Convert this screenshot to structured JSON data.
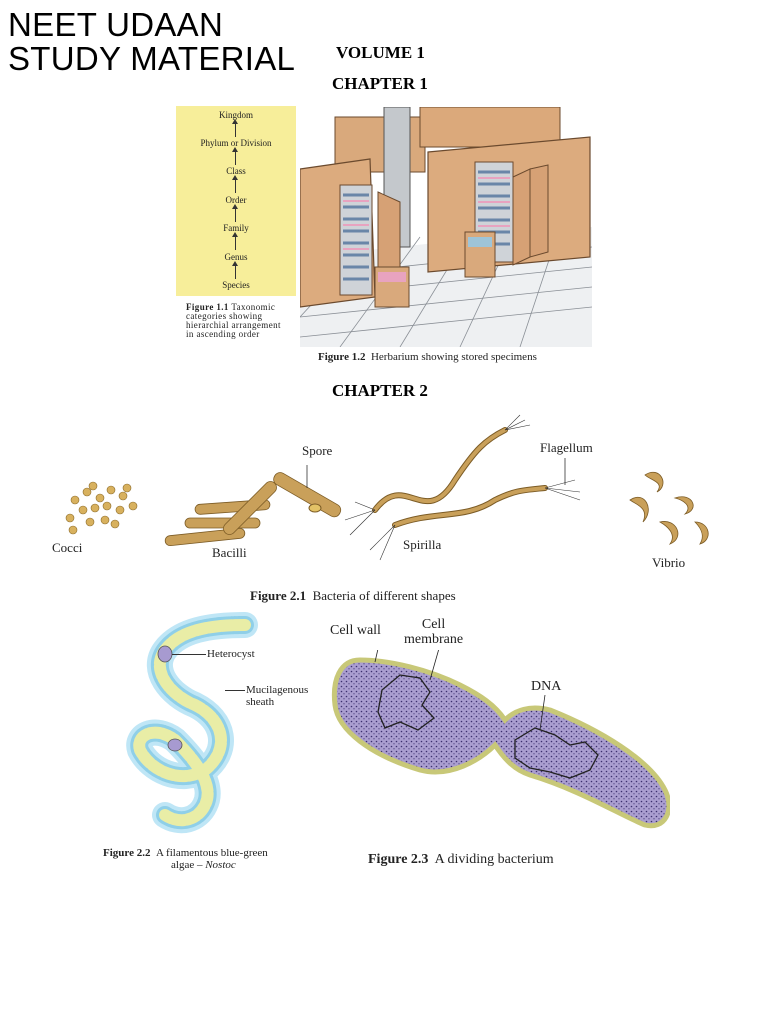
{
  "header": {
    "title_line1": "NEET UDAAN",
    "title_line2": "STUDY MATERIAL",
    "volume": "VOLUME 1",
    "chapter1": "CHAPTER 1",
    "chapter2": "CHAPTER 2"
  },
  "figure_1_1": {
    "categories": [
      "Kingdom",
      "Phylum or Division",
      "Class",
      "Order",
      "Family",
      "Genus",
      "Species"
    ],
    "caption_label": "Figure 1.1",
    "caption_text": "Taxonomic categories showing hierarchial arrangement in ascending order"
  },
  "figure_1_2": {
    "caption_label": "Figure 1.2",
    "caption_text": "Herbarium showing stored specimens"
  },
  "figure_2_1": {
    "labels": {
      "cocci": "Cocci",
      "bacilli": "Bacilli",
      "spore": "Spore",
      "spirilla": "Spirilla",
      "flagellum": "Flagellum",
      "vibrio": "Vibrio"
    },
    "caption_label": "Figure 2.1",
    "caption_text": "Bacteria of different shapes"
  },
  "figure_2_2": {
    "labels": {
      "heterocyst": "Heterocyst",
      "sheath_line1": "Mucilagenous",
      "sheath_line2": "sheath"
    },
    "caption_label": "Figure 2.2",
    "caption_text": "A filamentous blue-green",
    "caption_text2_prefix": "algae – ",
    "caption_text2_italic": "Nostoc"
  },
  "figure_2_3": {
    "labels": {
      "cell_wall": "Cell wall",
      "membrane_line1": "Cell",
      "membrane_line2": "membrane",
      "dna": "DNA"
    },
    "caption_label": "Figure 2.3",
    "caption_text": "A dividing bacterium"
  },
  "colors": {
    "taxonomy_bg": "#f7ee9a",
    "bacteria_fill": "#c8a15a",
    "nostoc_cell": "#e8eba0",
    "nostoc_glow": "#a9ddf2",
    "cell_interior": "#a99ccc",
    "cell_wall": "#d8d88a"
  }
}
